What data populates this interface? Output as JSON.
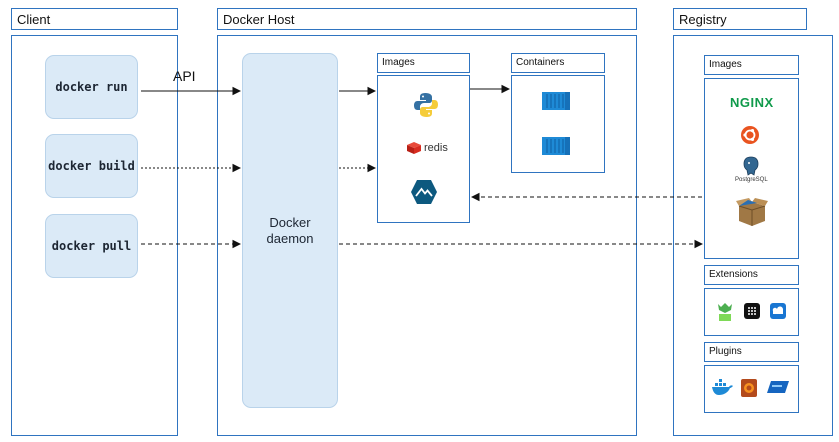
{
  "client": {
    "title": "Client",
    "commands": [
      "docker run",
      "docker build",
      "docker pull"
    ],
    "api_label": "API"
  },
  "host": {
    "title": "Docker Host",
    "daemon_line1": "Docker",
    "daemon_line2": "daemon",
    "images_title": "Images",
    "containers_title": "Containers",
    "redis_label": "redis"
  },
  "registry": {
    "title": "Registry",
    "images_title": "Images",
    "nginx_label": "NGINX",
    "postgres_label": "PostgreSQL",
    "extensions_title": "Extensions",
    "plugins_title": "Plugins"
  },
  "colors": {
    "border": "#2f74c0",
    "box_fill": "#dbeaf7",
    "container_blue": "#1e8ad6",
    "nginx_green": "#0f9a4a",
    "ubuntu_orange": "#e95420",
    "redis_red": "#d82c20"
  }
}
